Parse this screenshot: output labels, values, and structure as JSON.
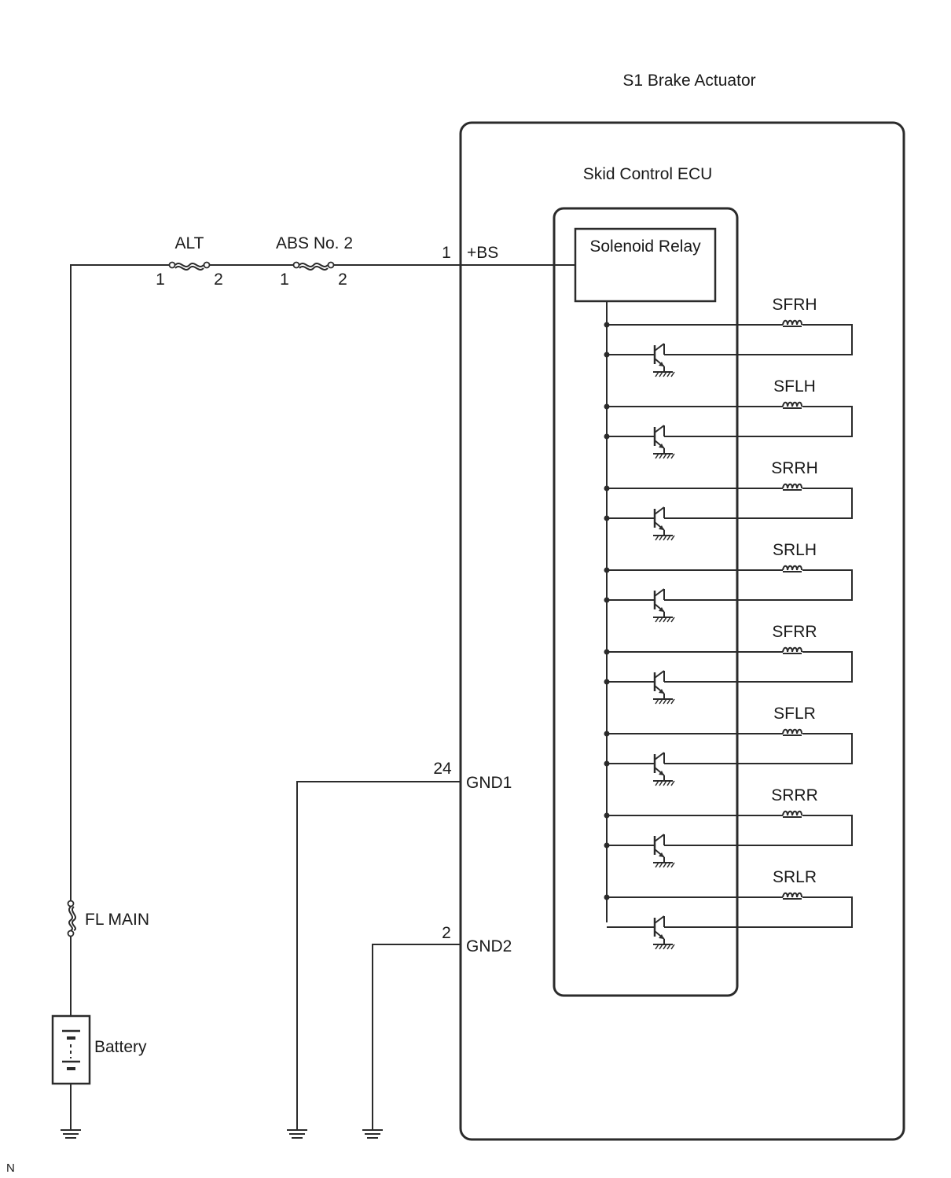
{
  "title": "S1 Brake Actuator",
  "ecu_label": "Skid Control ECU",
  "relay_label": "Solenoid Relay",
  "fuses": {
    "alt": {
      "label": "ALT",
      "pin_left": "1",
      "pin_right": "2"
    },
    "abs2": {
      "label": "ABS No. 2",
      "pin_left": "1",
      "pin_right": "2"
    },
    "fl_main": {
      "label": "FL MAIN"
    }
  },
  "battery_label": "Battery",
  "terminals": {
    "bs": {
      "pin": "1",
      "name": "+BS"
    },
    "gnd1": {
      "pin": "24",
      "name": "GND1"
    },
    "gnd2": {
      "pin": "2",
      "name": "GND2"
    }
  },
  "solenoids": [
    "SFRH",
    "SFLH",
    "SRRH",
    "SRLH",
    "SFRR",
    "SFLR",
    "SRRR",
    "SRLR"
  ],
  "footer_code": "N"
}
